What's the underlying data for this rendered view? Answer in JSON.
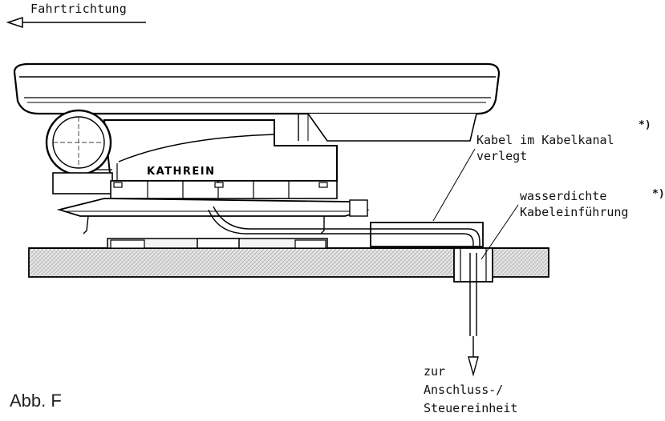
{
  "direction_label": "Fahrtrichtung",
  "labels": {
    "cable_line1": "Kabel im Kabelkanal",
    "cable_line2": "verlegt",
    "cable_note": "*)",
    "entry_line1": "wasserdichte",
    "entry_line2": "Kabeleinführung",
    "entry_note": "*)",
    "target_line1": "zur",
    "target_line2": "Anschluss-/",
    "target_line3": "Steuereinheit"
  },
  "brand": "KATHREIN",
  "figure_label": "Abb. F"
}
